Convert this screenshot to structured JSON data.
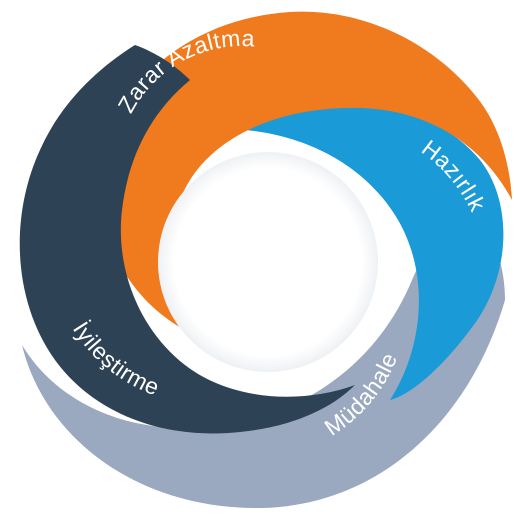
{
  "diagram": {
    "segments": [
      {
        "id": "mitigation",
        "label": "Zarar Azaltma",
        "color": "#F07A1E"
      },
      {
        "id": "preparedness",
        "label": "Hazırlık",
        "color": "#1A9AD6"
      },
      {
        "id": "response",
        "label": "Müdahale",
        "color": "#9AA9C0"
      },
      {
        "id": "recovery",
        "label": "İyileştirme",
        "color": "#2E4256"
      }
    ]
  }
}
